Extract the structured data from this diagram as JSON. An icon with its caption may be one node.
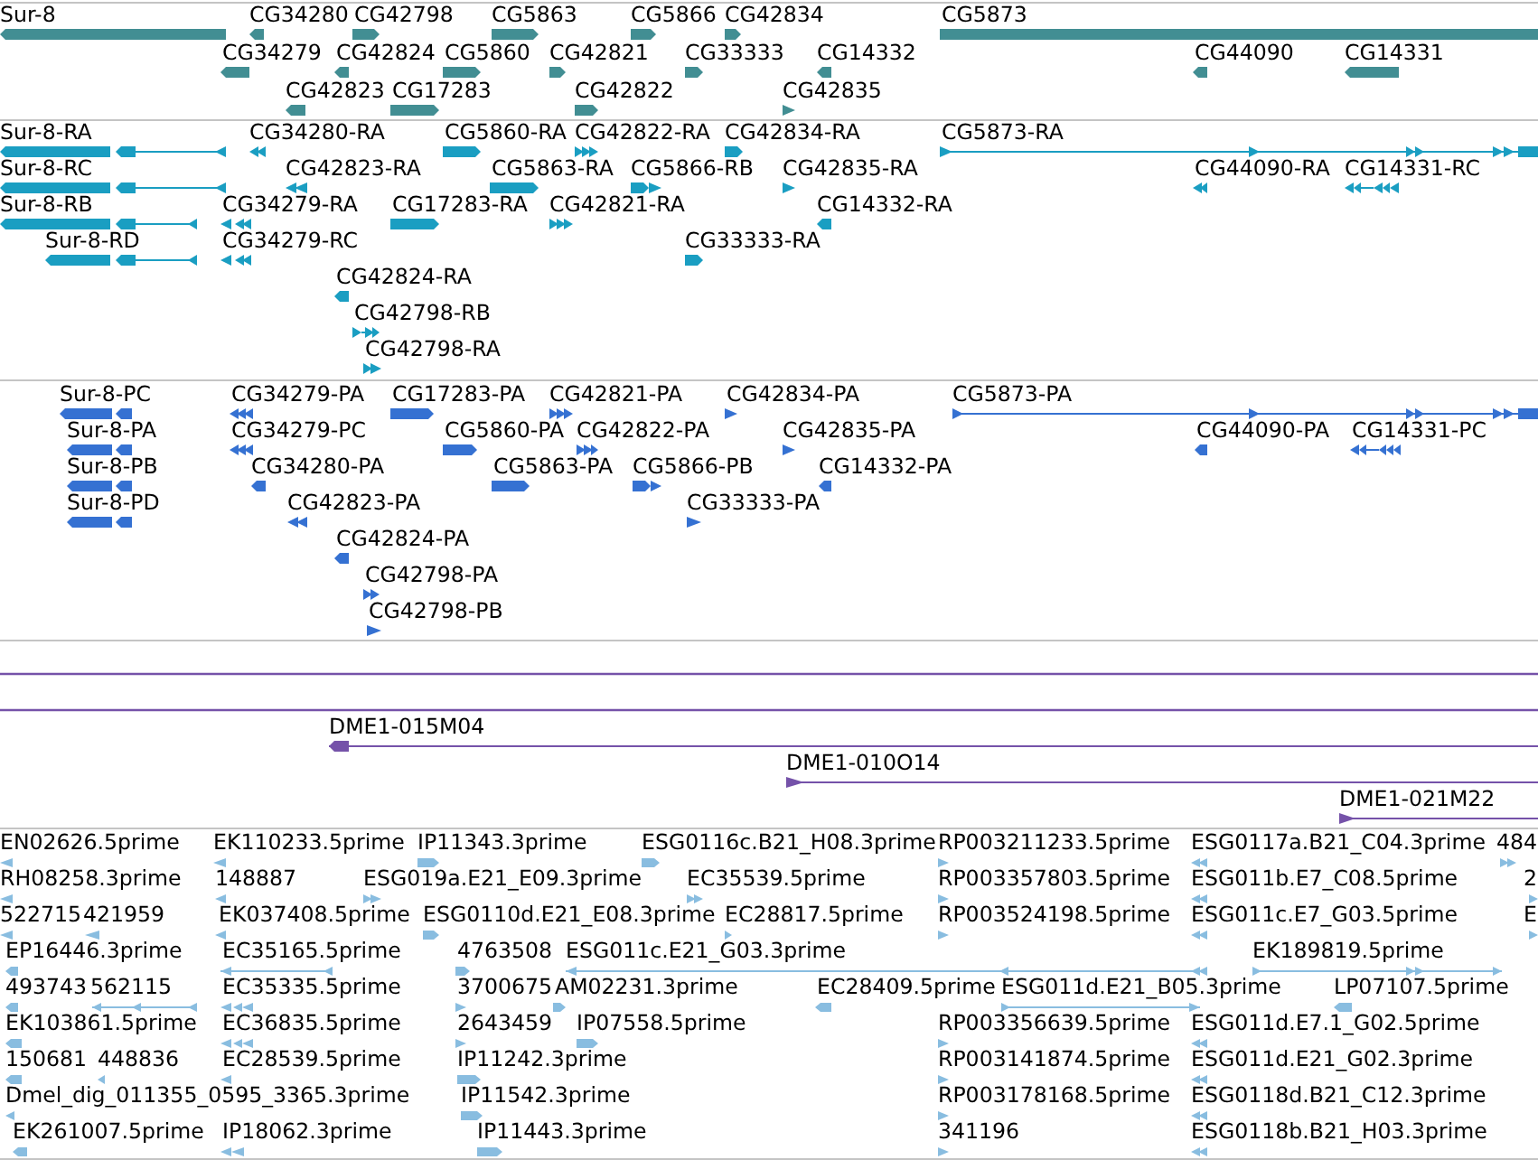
{
  "diagram": {
    "labels": [
      "Sur-8",
      "CG34280",
      "CG42798",
      "CG5863",
      "CG5866",
      "CG42834",
      "CG5873",
      "CG34279",
      "CG42824",
      "CG5860",
      "CG42821",
      "CG33333",
      "CG14332",
      "CG44090",
      "CG14331",
      "CG42823",
      "CG17283",
      "CG42822",
      "CG42835",
      "Sur-8-RA",
      "CG34280-RA",
      "CG5860-RA",
      "CG42822-RA",
      "CG42834-RA",
      "CG5873-RA",
      "Sur-8-RC",
      "CG42823-RA",
      "CG5863-RA",
      "CG5866-RB",
      "CG42835-RA",
      "CG44090-RA",
      "CG14331-RC",
      "Sur-8-RB",
      "CG34279-RA",
      "CG17283-RA",
      "CG42821-RA",
      "CG14332-RA",
      "Sur-8-RD",
      "CG34279-RC",
      "CG33333-RA",
      "CG42824-RA",
      "CG42798-RB",
      "CG42798-RA",
      "Sur-8-PC",
      "CG34279-PA",
      "CG17283-PA",
      "CG42821-PA",
      "CG42834-PA",
      "CG5873-PA",
      "Sur-8-PA",
      "CG34279-PC",
      "CG5860-PA",
      "CG42822-PA",
      "CG42835-PA",
      "CG44090-PA",
      "CG14331-PC",
      "Sur-8-PB",
      "CG34280-PA",
      "CG5863-PA",
      "CG5866-PB",
      "CG14332-PA",
      "Sur-8-PD",
      "CG42823-PA",
      "CG33333-PA",
      "CG42824-PA",
      "CG42798-PA",
      "CG42798-PB",
      "DME1-015M04",
      "DME1-010O14",
      "DME1-021M22",
      "EN02626.5prime",
      "EK110233.5prime",
      "IP11343.3prime",
      "ESG0116c.B21_H08.3prime",
      "RP003211233.5prime",
      "ESG0117a.B21_C04.3prime",
      "484",
      "RH08258.3prime",
      "148887",
      "ESG019a.E21_E09.3prime",
      "EC35539.5prime",
      "RP003357803.5prime",
      "ESG011b.E7_C08.5prime",
      "2",
      "522715",
      "421959",
      "EK037408.5prime",
      "ESG0110d.E21_E08.3prime",
      "EC28817.5prime",
      "RP003524198.5prime",
      "ESG011c.E7_G03.5prime",
      "E",
      "EP16446.3prime",
      "EC35165.5prime",
      "4763508",
      "ESG011c.E21_G03.3prime",
      "EK189819.5prime",
      "493743",
      "562115",
      "EC35335.5prime",
      "3700675",
      "AM02231.3prime",
      "EC28409.5prime",
      "ESG011d.E21_B05.3prime",
      "LP07107.5prime",
      "EK103861.5prime",
      "EC36835.5prime",
      "2643459",
      "IP07558.5prime",
      "RP003356639.5prime",
      "ESG011d.E7.1_G02.5prime",
      "150681",
      "448836",
      "EC28539.5prime",
      "IP11242.3prime",
      "RP003141874.5prime",
      "ESG011d.E21_G02.3prime",
      "Dmel_dig_011355_0595_3365.3prime",
      "IP11542.3prime",
      "RP003178168.5prime",
      "ESG0118d.B21_C12.3prime",
      "EK261007.5prime",
      "IP18062.3prime",
      "IP11443.3prime",
      "341196",
      "ESG0118b.B21_H03.3prime"
    ]
  }
}
